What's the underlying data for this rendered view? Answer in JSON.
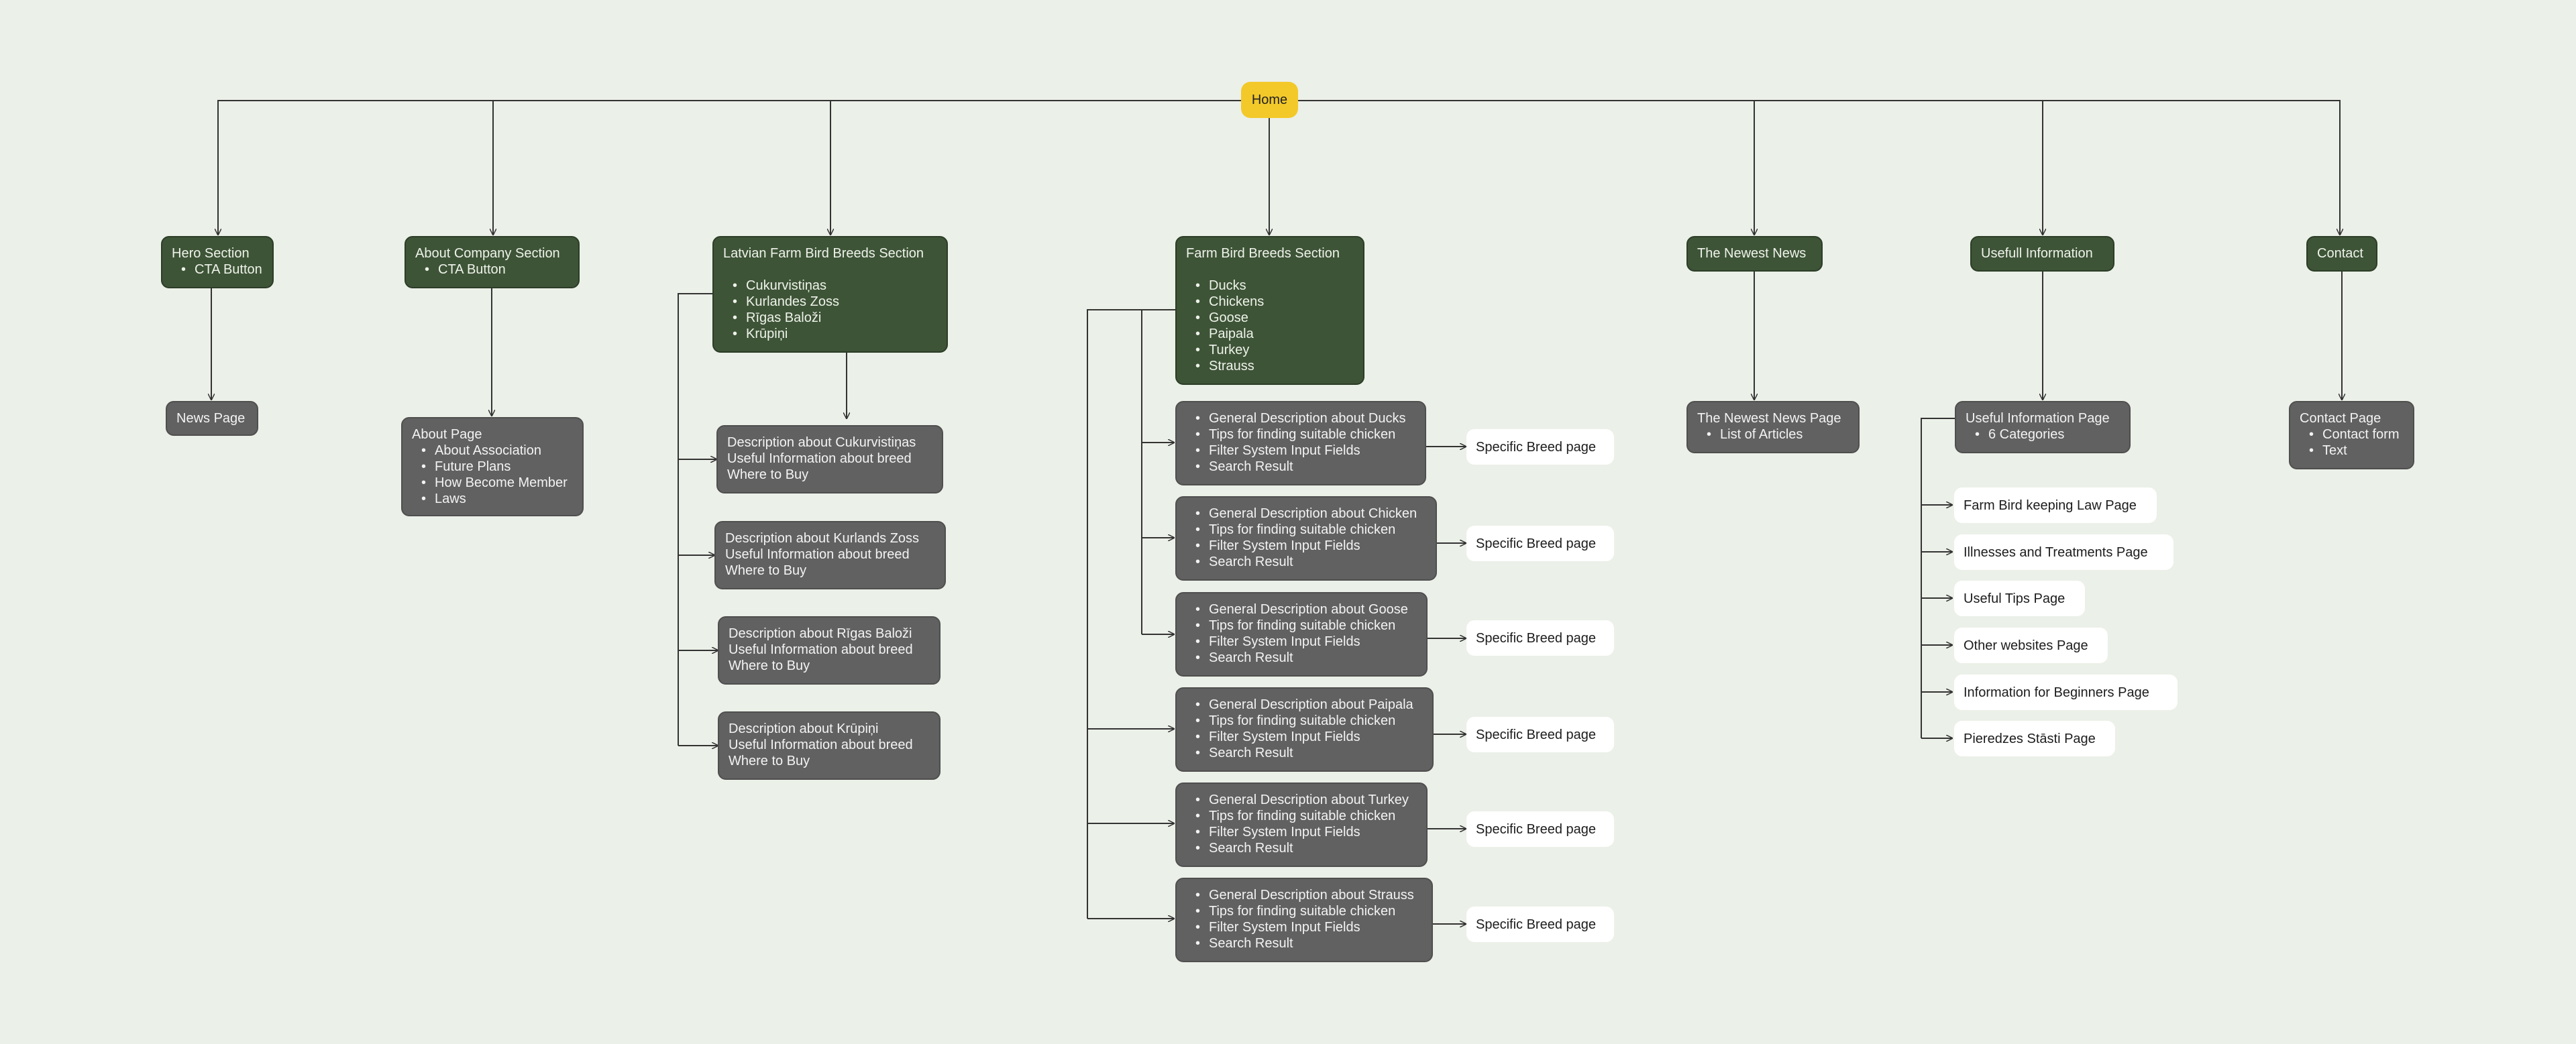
{
  "home": "Home",
  "hero": {
    "title": "Hero Section",
    "items": [
      "CTA Button"
    ]
  },
  "news_page": "News Page",
  "about_section": {
    "title": "About Company Section",
    "items": [
      "CTA Button"
    ]
  },
  "about_page": {
    "title": "About Page",
    "items": [
      "About Association",
      "Future Plans",
      "How Become Member",
      "Laws"
    ]
  },
  "latvian": {
    "title": "Latvian Farm Bird Breeds Section",
    "items": [
      "Cukurvistiņas",
      "Kurlandes Zoss",
      "Rīgas Baloži",
      "Krūpiņi"
    ],
    "descriptions": [
      [
        "Description about Cukurvistiņas",
        "Useful Information about breed",
        "Where to Buy"
      ],
      [
        "Description about Kurlands Zoss",
        "Useful Information about breed",
        "Where to Buy"
      ],
      [
        "Description about Rīgas Baloži",
        "Useful Information about breed",
        "Where to Buy"
      ],
      [
        "Description about Krūpiņi",
        "Useful Information about breed",
        "Where to Buy"
      ]
    ]
  },
  "farm": {
    "title": "Farm Bird Breeds Section",
    "items": [
      "Ducks",
      "Chickens",
      "Goose",
      "Paipala",
      "Turkey",
      "Strauss"
    ],
    "details": [
      [
        "General Description about Ducks",
        "Tips for finding suitable chicken",
        "Filter System Input Fields",
        "Search Result"
      ],
      [
        "General Description about Chicken",
        "Tips for finding suitable chicken",
        "Filter System Input Fields",
        "Search Result"
      ],
      [
        "General Description about Goose",
        "Tips for finding suitable chicken",
        "Filter System Input Fields",
        "Search Result"
      ],
      [
        "General Description about Paipala",
        "Tips for finding suitable chicken",
        "Filter System Input Fields",
        "Search Result"
      ],
      [
        "General Description about Turkey",
        "Tips for finding suitable chicken",
        "Filter System Input Fields",
        "Search Result"
      ],
      [
        "General Description about Strauss",
        "Tips for finding suitable chicken",
        "Filter System Input Fields",
        "Search Result"
      ]
    ],
    "specific": "Specific Breed page"
  },
  "newest": {
    "title": "The Newest News",
    "page_title": "The Newest News Page",
    "page_items": [
      "List of Articles"
    ]
  },
  "useful": {
    "title": "Usefull Information",
    "page_title": "Useful Information Page",
    "page_items": [
      "6 Categories"
    ],
    "pages": [
      "Farm Bird keeping Law Page",
      "Illnesses and Treatments Page",
      "Useful Tips Page",
      "Other websites Page",
      "Information for Beginners Page",
      "Pieredzes Stāsti Page"
    ]
  },
  "contact": {
    "title": "Contact",
    "page_title": "Contact Page",
    "page_items": [
      "Contact form",
      "Text"
    ]
  }
}
